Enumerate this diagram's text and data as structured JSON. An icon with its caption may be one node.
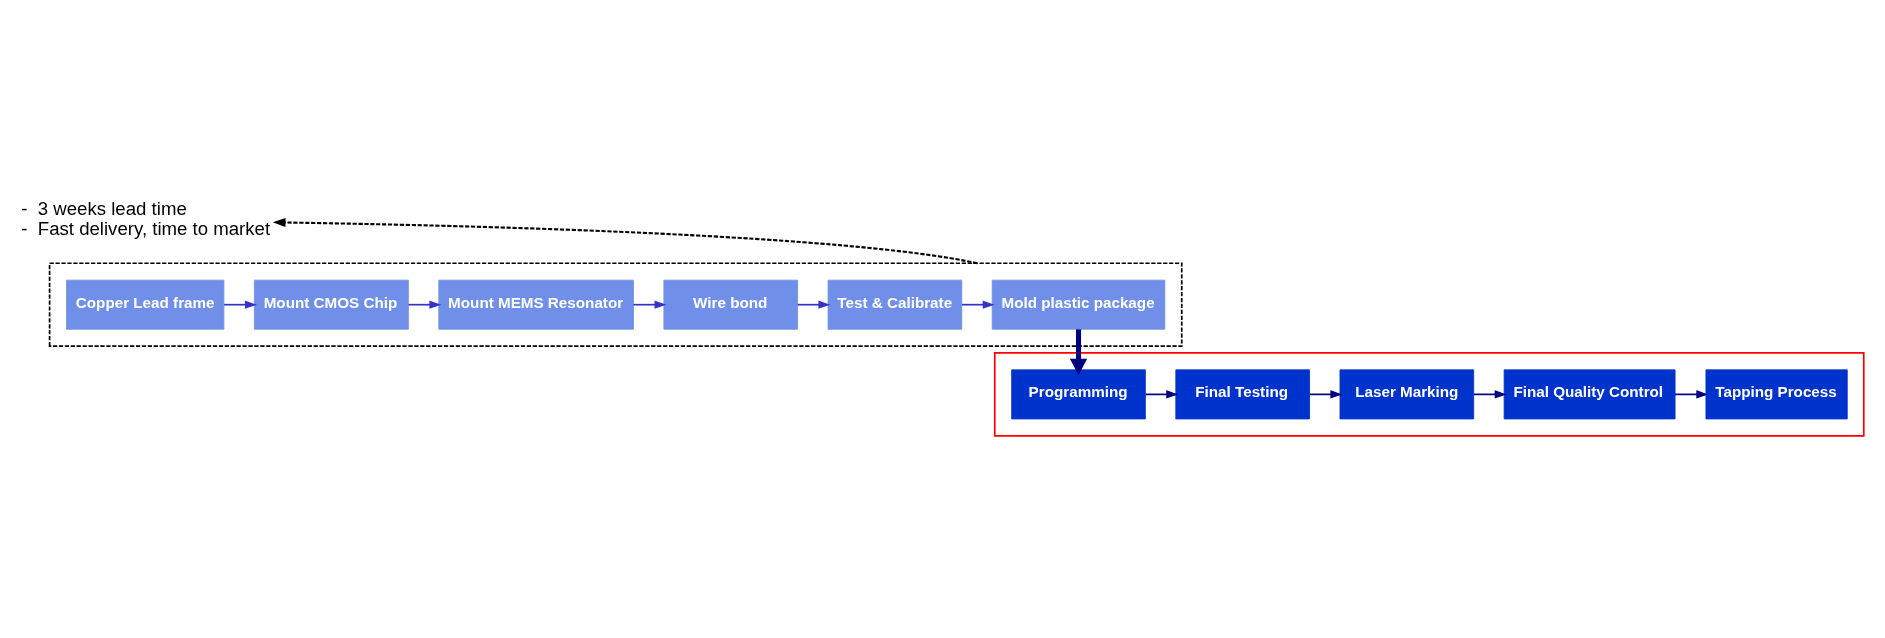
{
  "diagram": {
    "nodes": [
      {
        "text": [
          "-  3 weeks lead time",
          "-  Fast delivery, time to market"
        ]
      },
      {
        "text": [],
        "shape": "box"
      },
      {
        "text": [
          "Copper Lead frame"
        ],
        "in": 1
      },
      {
        "text": [
          "Mount CMOS Chip"
        ],
        "in": 1
      },
      {
        "text": [
          "Mount MEMS Resonator"
        ],
        "in": 1
      },
      {
        "text": [
          "Wire bond"
        ],
        "in": 1
      },
      {
        "text": [
          "Test & Calibrate"
        ],
        "in": 1
      },
      {
        "text": [
          "Mold plastic package"
        ],
        "in": 1
      },
      {
        "text": [],
        "shape": "box"
      },
      {
        "text": [
          "Programming"
        ],
        "in": 8
      },
      {
        "text": [
          "Final Testing"
        ],
        "in": 8
      },
      {
        "text": [
          "Laser Marking"
        ],
        "in": 8
      },
      {
        "text": [
          "Final Quality Control"
        ],
        "in": 8
      },
      {
        "text": [
          "Tapping Process"
        ],
        "in": 8
      }
    ],
    "edges": [
      {
        "from": 1,
        "to": 0,
        "arrow": "to",
        "style": "dashed",
        "color": "#000000"
      },
      {
        "from": 2,
        "to": 3,
        "arrow": "to",
        "color": "#3333cc"
      },
      {
        "from": 3,
        "to": 4,
        "arrow": "to",
        "color": "#3333cc"
      },
      {
        "from": 4,
        "to": 5,
        "arrow": "to",
        "color": "#3333cc"
      },
      {
        "from": 5,
        "to": 6,
        "arrow": "to",
        "color": "#3333cc"
      },
      {
        "from": 6,
        "to": 7,
        "arrow": "to",
        "color": "#3333cc"
      },
      {
        "from": 7,
        "to": 9,
        "arrow": "to",
        "style": "thick"
      },
      {
        "from": 9,
        "to": 10,
        "arrow": "to"
      },
      {
        "from": 10,
        "to": 11,
        "arrow": "to"
      },
      {
        "from": 11,
        "to": 12,
        "arrow": "to"
      },
      {
        "from": 12,
        "to": 13,
        "arrow": "to"
      }
    ]
  }
}
